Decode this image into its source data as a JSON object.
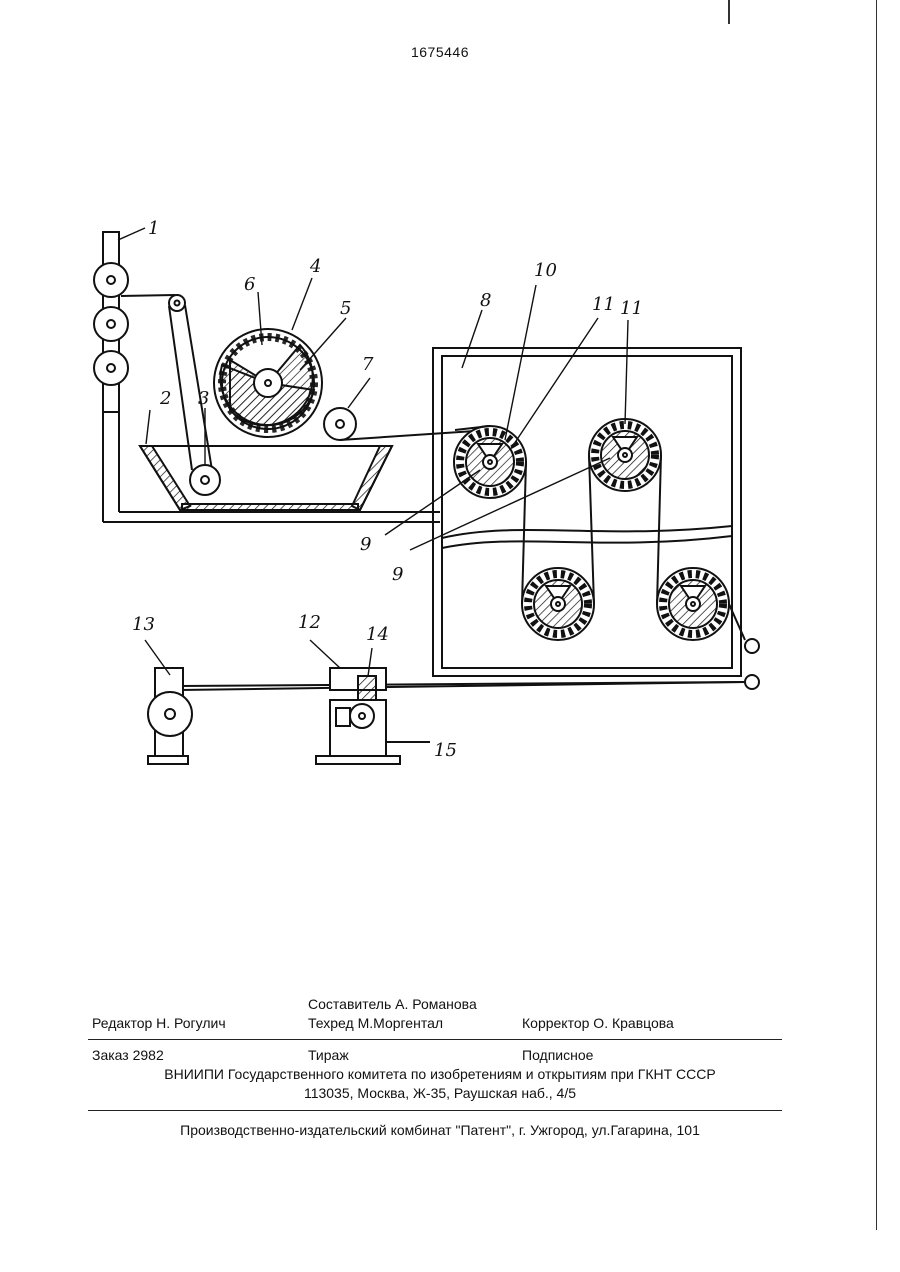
{
  "patent_number": "1675446",
  "figure_labels": {
    "l1": "1",
    "l2": "2",
    "l3": "3",
    "l4": "4",
    "l5": "5",
    "l6": "6",
    "l7": "7",
    "l8": "8",
    "l9a": "9",
    "l9b": "9",
    "l10": "10",
    "l11a": "11",
    "l11b": "11",
    "l12": "12",
    "l13": "13",
    "l14": "14",
    "l15": "15"
  },
  "colophon": {
    "compiler": "Составитель А. Романова",
    "editor": "Редактор  Н. Рогулич",
    "techred": "Техред М.Моргентал",
    "corrector": "Корректор  О. Кравцова",
    "order": "Заказ  2982",
    "circulation": "Тираж",
    "subscription": "Подписное",
    "institute": "ВНИИПИ Государственного комитета по изобретениям и открытиям при ГКНТ СССР",
    "address": "113035, Москва, Ж-35, Раушская наб., 4/5",
    "publisher": "Производственно-издательский комбинат \"Патент\", г. Ужгород, ул.Гагарина, 101"
  }
}
